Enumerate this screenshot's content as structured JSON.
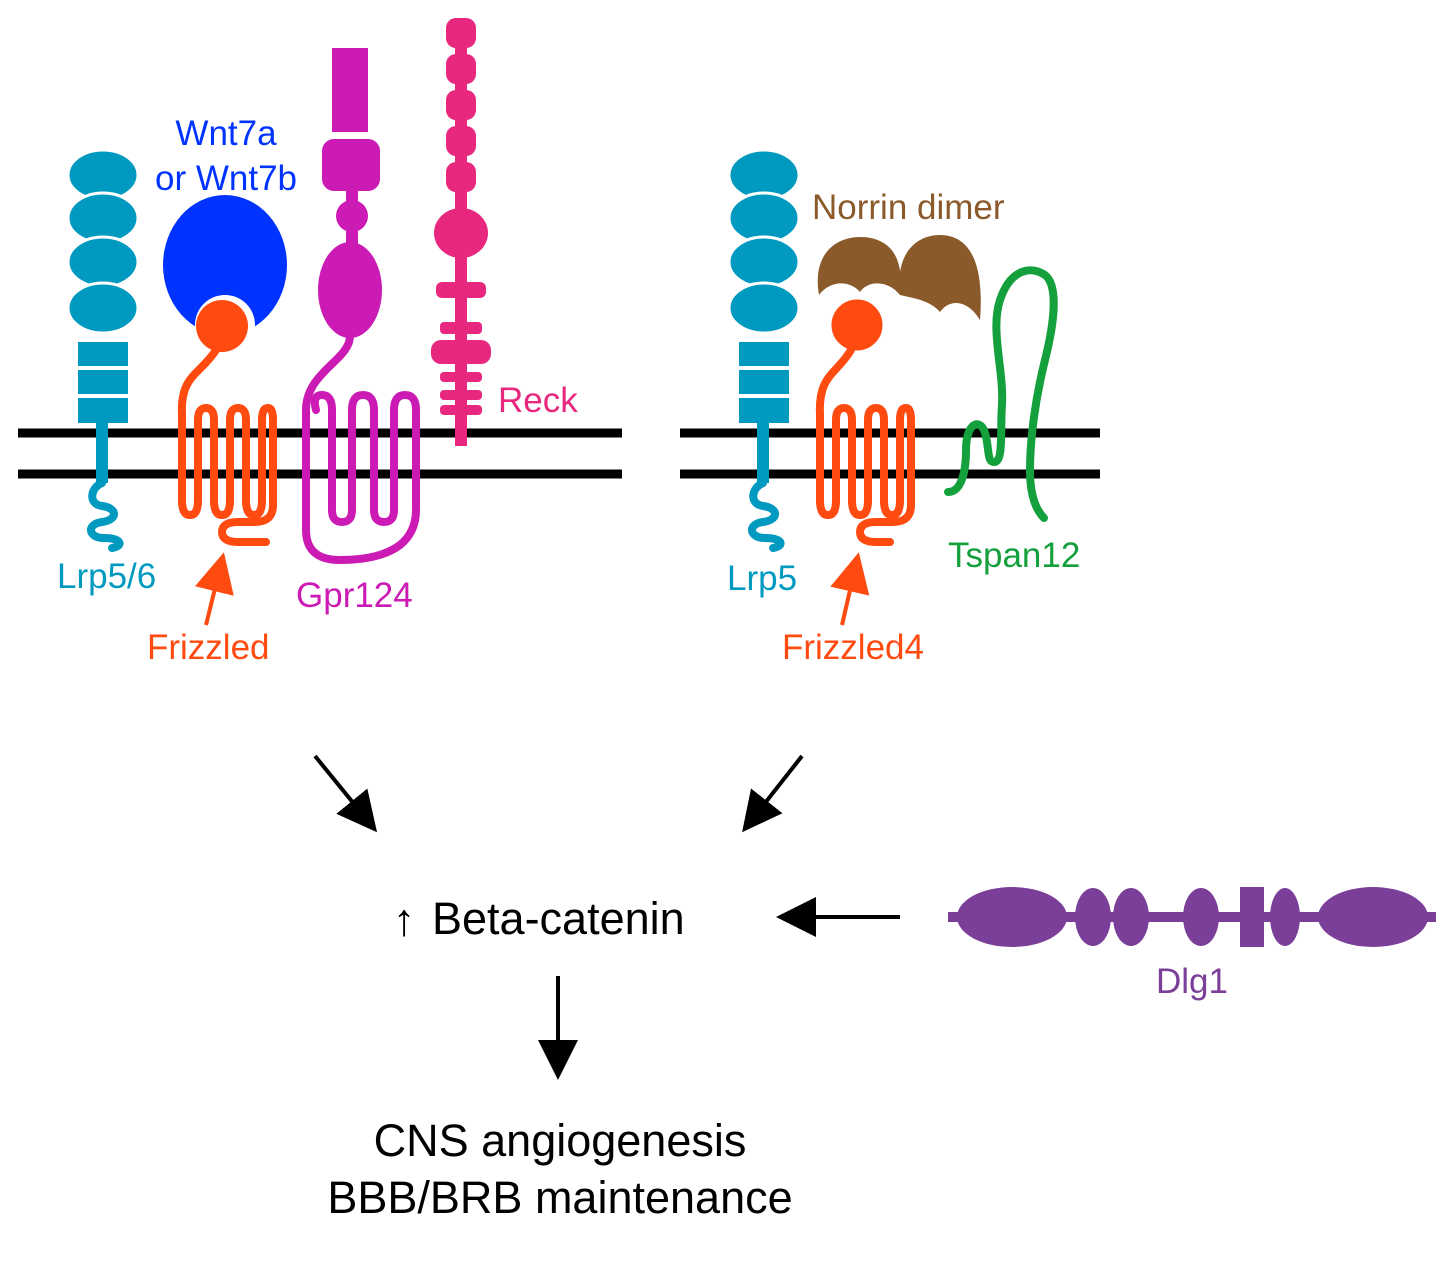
{
  "colors": {
    "lrp": "#0099c0",
    "wnt": "#0033ff",
    "frizzled": "#ff4a10",
    "gpr124": "#cc1ab4",
    "reck": "#e8287f",
    "norrin": "#8a5a2b",
    "tspan12": "#14a03c",
    "dlg1": "#7b3f99",
    "membrane": "#000000",
    "text": "#000000"
  },
  "left_panel": {
    "wnt_label_line1": "Wnt7a",
    "wnt_label_line2": "or Wnt7b",
    "lrp_label": "Lrp5/6",
    "frizzled_label": "Frizzled",
    "gpr124_label": "Gpr124",
    "reck_label": "Reck"
  },
  "right_panel": {
    "norrin_label": "Norrin dimer",
    "lrp_label": "Lrp5",
    "frizzled_label": "Frizzled4",
    "tspan12_label": "Tspan12"
  },
  "pathway": {
    "up_arrow_symbol": "↑",
    "beta_catenin_label": "Beta-catenin",
    "dlg1_label": "Dlg1",
    "outcome_line1": "CNS angiogenesis",
    "outcome_line2": "BBB/BRB maintenance"
  }
}
